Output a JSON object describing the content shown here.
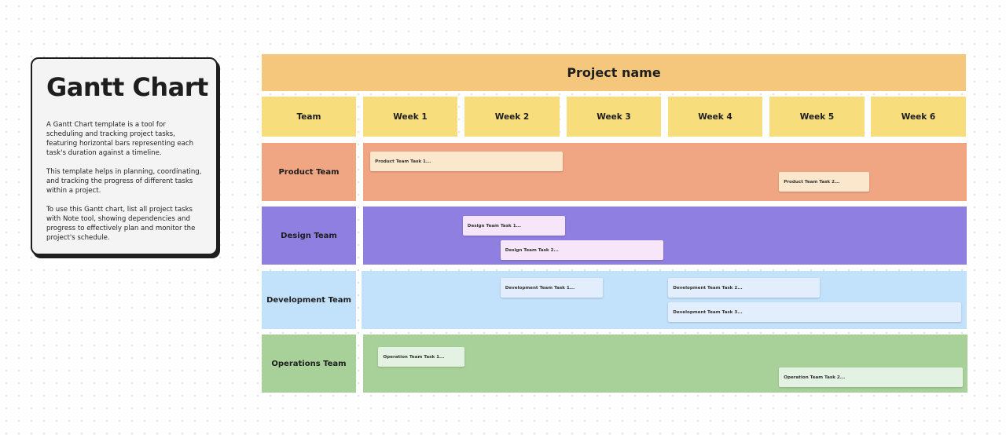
{
  "info_card": {
    "title": "Gantt Chart",
    "paragraphs": [
      "A Gantt Chart template is a tool for scheduling and tracking project tasks, featuring horizontal bars representing each task's duration against a timeline.",
      "This template helps in planning, coordinating, and tracking the progress of different tasks within a project.",
      "To use this Gantt chart, list all project tasks with Note tool, showing dependencies and progress to effectively plan and monitor the project's schedule."
    ]
  },
  "gantt": {
    "project_name": "Project name",
    "team_header": "Team",
    "weeks": [
      "Week 1",
      "Week 2",
      "Week 3",
      "Week 4",
      "Week 5",
      "Week 6"
    ],
    "teams": [
      {
        "name": "Product Team",
        "color": "#f0a583",
        "tasks": [
          {
            "label": "Product Team Task 1...",
            "start_week": 1.07,
            "end_week": 2.96
          },
          {
            "label": "Product Team Task 2...",
            "start_week": 5.09,
            "end_week": 5.98
          }
        ]
      },
      {
        "name": "Design Team",
        "color": "#8e7fe0",
        "tasks": [
          {
            "label": "Design Team Task 1...",
            "start_week": 1.98,
            "end_week": 2.99
          },
          {
            "label": "Design Team Task 2...",
            "start_week": 2.35,
            "end_week": 3.95
          }
        ]
      },
      {
        "name": "Development Team",
        "color": "#c2e1fa",
        "tasks": [
          {
            "label": "Development Team Task 1...",
            "start_week": 2.35,
            "end_week": 3.36
          },
          {
            "label": "Development Team Task 2...",
            "start_week": 4.0,
            "end_week": 5.49
          },
          {
            "label": "Development Team Task 3...",
            "start_week": 4.0,
            "end_week": 6.88
          }
        ]
      },
      {
        "name": "Operations Team",
        "color": "#a8d19a",
        "tasks": [
          {
            "label": "Operation Team Task 1...",
            "start_week": 1.15,
            "end_week": 2.0
          },
          {
            "label": "Operation Team Task 2...",
            "start_week": 5.09,
            "end_week": 6.9
          }
        ]
      }
    ]
  }
}
